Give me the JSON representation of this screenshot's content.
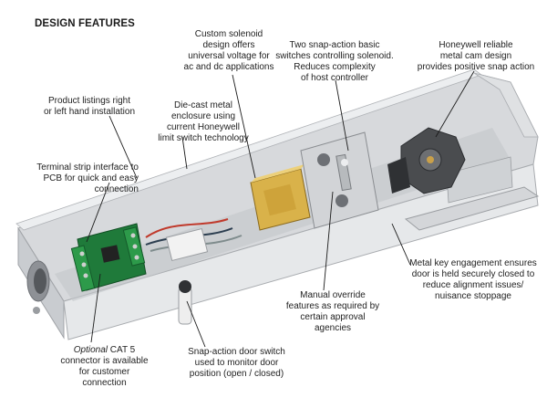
{
  "title": "DESIGN FEATURES",
  "callouts": {
    "custom_solenoid": [
      "Custom solenoid",
      "design offers",
      "universal voltage for",
      "ac and dc applications"
    ],
    "two_snap_action": [
      "Two snap-action basic",
      "switches controlling solenoid.",
      "Reduces complexity",
      "of host controller"
    ],
    "honeywell_cam": [
      "Honeywell reliable",
      "metal cam design",
      "provides positive snap action"
    ],
    "product_listings": [
      "Product listings right",
      "or left hand installation"
    ],
    "die_cast": [
      "Die-cast metal",
      "enclosure using",
      "current Honeywell",
      "limit switch technology"
    ],
    "terminal_strip": [
      "Terminal strip interface to",
      "PCB for quick and easy",
      "connection"
    ],
    "metal_key": [
      "Metal key engagement ensures",
      "door is held securely closed to",
      "reduce alignment issues/",
      "nuisance stoppage"
    ],
    "manual_override": [
      "Manual override",
      "features as required by",
      "certain approval",
      "agencies"
    ],
    "cat5": {
      "first_italic": "Optional",
      "first_rest": " CAT 5",
      "lines": [
        "connector is available",
        "for customer",
        "connection"
      ]
    },
    "door_switch": [
      "Snap-action door switch",
      "used to monitor door",
      "position (open / closed)"
    ]
  },
  "colors": {
    "enclosure": "#e4e6e8",
    "enclosure_shadow": "#b9bcc0",
    "pcb": "#1f7a3a",
    "terminal": "#2d9a4a",
    "solenoid_coil": "#d9b24a",
    "cam": "#4a4c4f",
    "leader": "#1a1a1a"
  }
}
